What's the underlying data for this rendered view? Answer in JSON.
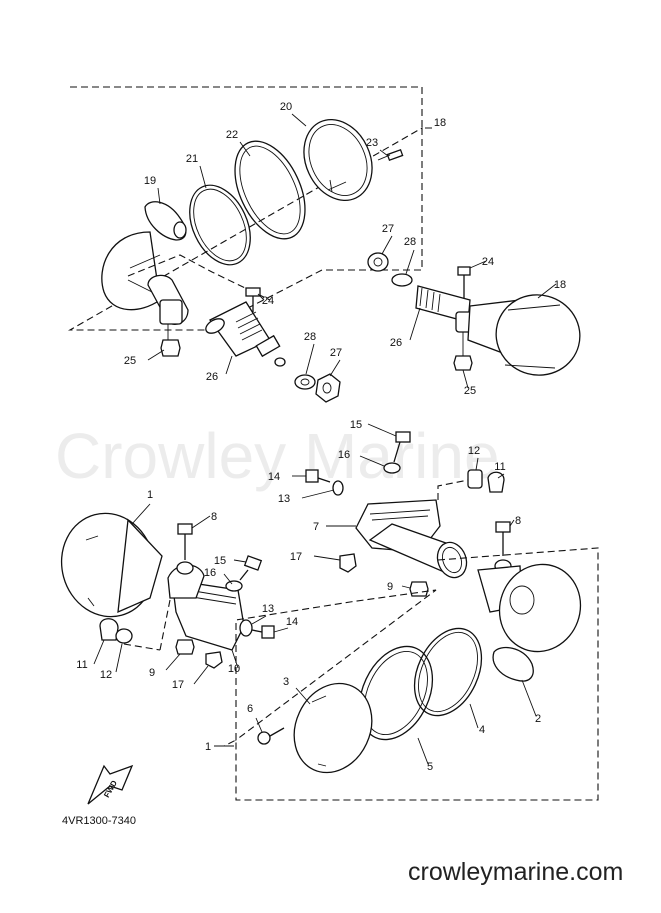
{
  "diagram": {
    "part_code": "4VR1300-7340",
    "watermark": "Crowley Marine",
    "website": "crowleymarine.com",
    "fwd_label": "FWD",
    "callouts": [
      {
        "key": "c18_top",
        "number": "18"
      },
      {
        "key": "c20",
        "number": "20"
      },
      {
        "key": "c22",
        "number": "22"
      },
      {
        "key": "c23",
        "number": "23"
      },
      {
        "key": "c21",
        "number": "21"
      },
      {
        "key": "c19",
        "number": "19"
      },
      {
        "key": "c24_left",
        "number": "24"
      },
      {
        "key": "c25_left",
        "number": "25"
      },
      {
        "key": "c26_left",
        "number": "26"
      },
      {
        "key": "c28_left",
        "number": "28"
      },
      {
        "key": "c27_left",
        "number": "27"
      },
      {
        "key": "c27_right",
        "number": "27"
      },
      {
        "key": "c28_right",
        "number": "28"
      },
      {
        "key": "c24_right",
        "number": "24"
      },
      {
        "key": "c18_right",
        "number": "18"
      },
      {
        "key": "c26_right",
        "number": "26"
      },
      {
        "key": "c25_right",
        "number": "25"
      },
      {
        "key": "c15_top",
        "number": "15"
      },
      {
        "key": "c16_top",
        "number": "16"
      },
      {
        "key": "c12_top",
        "number": "12"
      },
      {
        "key": "c11_top",
        "number": "11"
      },
      {
        "key": "c14_top",
        "number": "14"
      },
      {
        "key": "c13_top",
        "number": "13"
      },
      {
        "key": "c7",
        "number": "7"
      },
      {
        "key": "c17_top",
        "number": "17"
      },
      {
        "key": "c8_right",
        "number": "8"
      },
      {
        "key": "c9_right",
        "number": "9"
      },
      {
        "key": "c1_top",
        "number": "1"
      },
      {
        "key": "c8_left",
        "number": "8"
      },
      {
        "key": "c15_mid",
        "number": "15"
      },
      {
        "key": "c16_mid",
        "number": "16"
      },
      {
        "key": "c13_mid",
        "number": "13"
      },
      {
        "key": "c14_mid",
        "number": "14"
      },
      {
        "key": "c11_bot",
        "number": "11"
      },
      {
        "key": "c12_bot",
        "number": "12"
      },
      {
        "key": "c9_bot",
        "number": "9"
      },
      {
        "key": "c10",
        "number": "10"
      },
      {
        "key": "c17_bot",
        "number": "17"
      },
      {
        "key": "c3",
        "number": "3"
      },
      {
        "key": "c6",
        "number": "6"
      },
      {
        "key": "c1_bot",
        "number": "1"
      },
      {
        "key": "c4",
        "number": "4"
      },
      {
        "key": "c2",
        "number": "2"
      },
      {
        "key": "c5",
        "number": "5"
      }
    ]
  }
}
